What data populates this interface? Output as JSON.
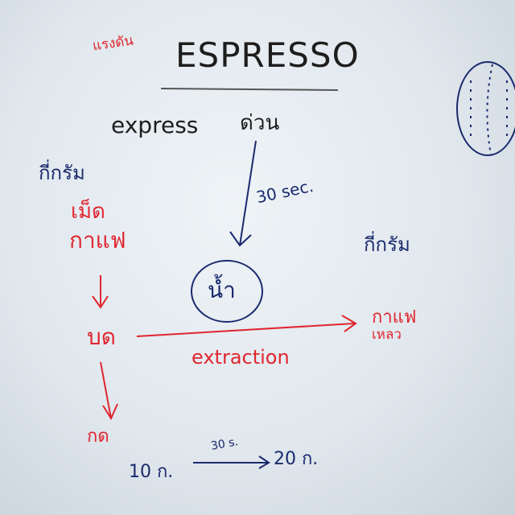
{
  "board": {
    "pressure_label": "แรงดัน",
    "title": "ESPRESSO",
    "express_word": "express",
    "express_thai": "ด่วน",
    "how_many_grams_left": "กี่กรัม",
    "coffee_beans_line1": "เม็ด",
    "coffee_beans_line2": "กาแฟ",
    "grind": "บด",
    "press": "กด",
    "time_label": "30 sec.",
    "water": "น้ำ",
    "how_many_grams_right": "กี่กรัม",
    "liquid_coffee_line1": "กาแฟ",
    "liquid_coffee_line2": "เหลว",
    "extraction": "extraction",
    "input_amount": "10 ก.",
    "ratio_time": "30 s.",
    "output_amount": "20 ก."
  },
  "colors": {
    "red": "#e0262f",
    "blue": "#1a2a6e",
    "black": "#1d1d1d"
  }
}
